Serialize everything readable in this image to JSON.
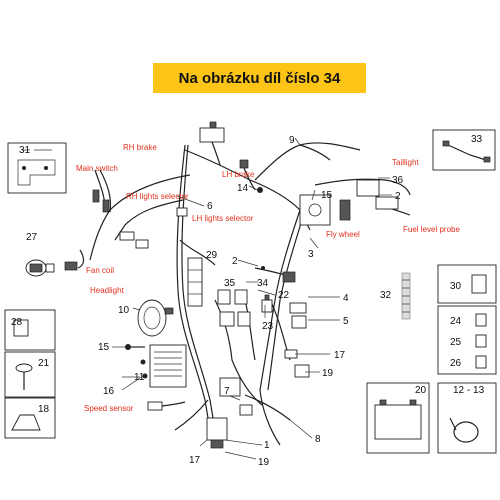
{
  "banner": {
    "text": "Na obrázku díl číslo 34",
    "color": "#fcc417"
  },
  "colors": {
    "label": "#e0301e",
    "line": "#222222"
  },
  "labels": {
    "rh_brake": "RH brake",
    "main_switch": "Main switch",
    "rh_lights_selector": "RH lights selector",
    "lh_brake": "LH brake",
    "lh_lights_selector": "LH lights selector",
    "taillight": "Taillight",
    "fly_wheel": "Fly wheel",
    "fuel_level_probe": "Fuel level probe",
    "fan_coil": "Fan coil",
    "headlight": "Headlight",
    "speed_sensor": "Speed sensor"
  },
  "numbers": {
    "n31": "31",
    "n9": "9",
    "n33": "33",
    "n6": "6",
    "n14": "14",
    "n15a": "15",
    "n36": "36",
    "n2a": "2",
    "n3": "3",
    "n27": "27",
    "n29": "29",
    "n2b": "2",
    "n34": "34",
    "n35": "35",
    "n22": "22",
    "n23": "23",
    "n30": "30",
    "n32": "32",
    "n4": "4",
    "n5": "5",
    "n10": "10",
    "n28": "28",
    "n24": "24",
    "n25": "25",
    "n26": "26",
    "n15b": "15",
    "n17a": "17",
    "n21": "21",
    "n11": "11",
    "n16": "16",
    "n19a": "19",
    "n20": "20",
    "n12_13": "12 - 13",
    "n7": "7",
    "n8": "8",
    "n18": "18",
    "n1": "1",
    "n17b": "17",
    "n19b": "19"
  }
}
